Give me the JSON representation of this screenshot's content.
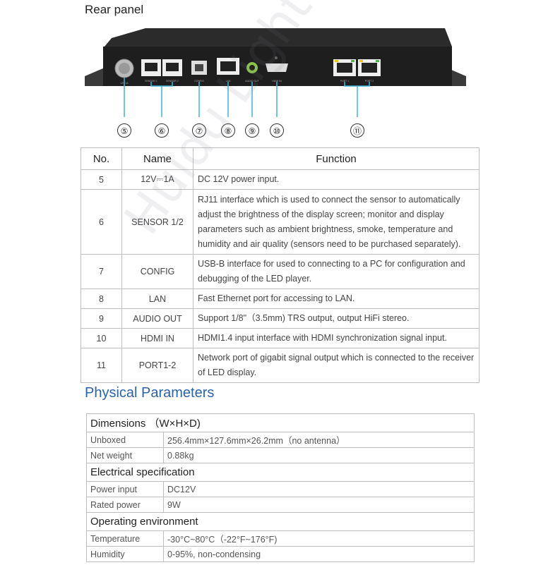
{
  "rear_panel_title": "Rear panel",
  "port_labels": [
    "12V 1A",
    "SENSOR 1",
    "SENSOR 2",
    "CONFIG",
    "LAN",
    "AUDIO OUT",
    "HDMI IN",
    "PORT 1",
    "PORT 2"
  ],
  "callouts": [
    "⑤",
    "⑥",
    "⑦",
    "⑧",
    "⑨",
    "⑩",
    "⑪"
  ],
  "function_table": {
    "headers": [
      "No.",
      "Name",
      "Function"
    ],
    "rows": [
      {
        "no": "5",
        "name": "12V⎓1A",
        "function": "DC 12V power input."
      },
      {
        "no": "6",
        "name": "SENSOR 1/2",
        "function": "RJ11 interface which is used to connect the sensor to automatically adjust the brightness of the display screen; monitor and display parameters such as ambient brightness, smoke, temperature and humidity and air quality (sensors need to be purchased separately)."
      },
      {
        "no": "7",
        "name": "CONFIG",
        "function": "USB-B interface for used to connecting to a PC for configuration and debugging of the LED player."
      },
      {
        "no": "8",
        "name": "LAN",
        "function": "Fast Ethernet port for accessing to LAN."
      },
      {
        "no": "9",
        "name": "AUDIO OUT",
        "function": "Support 1/8\"（3.5mm) TRS output, output HiFi stereo."
      },
      {
        "no": "10",
        "name": "HDMI IN",
        "function": "HDMI1.4 input interface with HDMI synchronization signal input."
      },
      {
        "no": "11",
        "name": "PORT1-2",
        "function": "Network port of gigabit signal output which is connected to the receiver of LED display."
      }
    ]
  },
  "physical_title": "Physical Parameters",
  "physical": {
    "dimensions_header": "Dimensions （W×H×D)",
    "unboxed_label": "Unboxed",
    "unboxed_value": "256.4mm×127.6mm×26.2mm（no antenna）",
    "weight_label": "Net weight",
    "weight_value": "0.88kg",
    "electrical_header": "Electrical specification",
    "power_input_label": "Power input",
    "power_input_value": "DC12V",
    "rated_power_label": "Rated power",
    "rated_power_value": "9W",
    "operating_header": "Operating environment",
    "temperature_label": "Temperature",
    "temperature_value": "-30°C~80°C（-22°F~176°F)",
    "humidity_label": "Humidity",
    "humidity_value": "0-95%, non-condensing"
  },
  "watermark": "Huidu Light Tech Ltd",
  "colors": {
    "accent_blue": "#2a64a8",
    "callout_line": "#3fb6d9",
    "device_body": "#2b2b2b"
  }
}
